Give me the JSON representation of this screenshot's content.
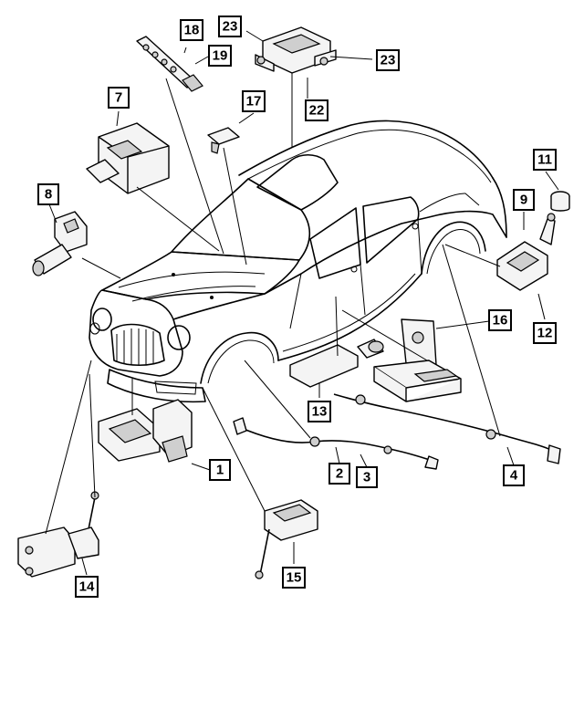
{
  "diagram": {
    "callouts": [
      {
        "id": "c1",
        "label": "1"
      },
      {
        "id": "c2",
        "label": "2"
      },
      {
        "id": "c3",
        "label": "3"
      },
      {
        "id": "c4",
        "label": "4"
      },
      {
        "id": "c7",
        "label": "7"
      },
      {
        "id": "c8",
        "label": "8"
      },
      {
        "id": "c9",
        "label": "9"
      },
      {
        "id": "c11",
        "label": "11"
      },
      {
        "id": "c12",
        "label": "12"
      },
      {
        "id": "c13",
        "label": "13"
      },
      {
        "id": "c14",
        "label": "14"
      },
      {
        "id": "c15",
        "label": "15"
      },
      {
        "id": "c16",
        "label": "16"
      },
      {
        "id": "c17",
        "label": "17"
      },
      {
        "id": "c18",
        "label": "18"
      },
      {
        "id": "c19",
        "label": "19"
      },
      {
        "id": "c22",
        "label": "22"
      },
      {
        "id": "c23a",
        "label": "23"
      },
      {
        "id": "c23b",
        "label": "23"
      }
    ]
  }
}
